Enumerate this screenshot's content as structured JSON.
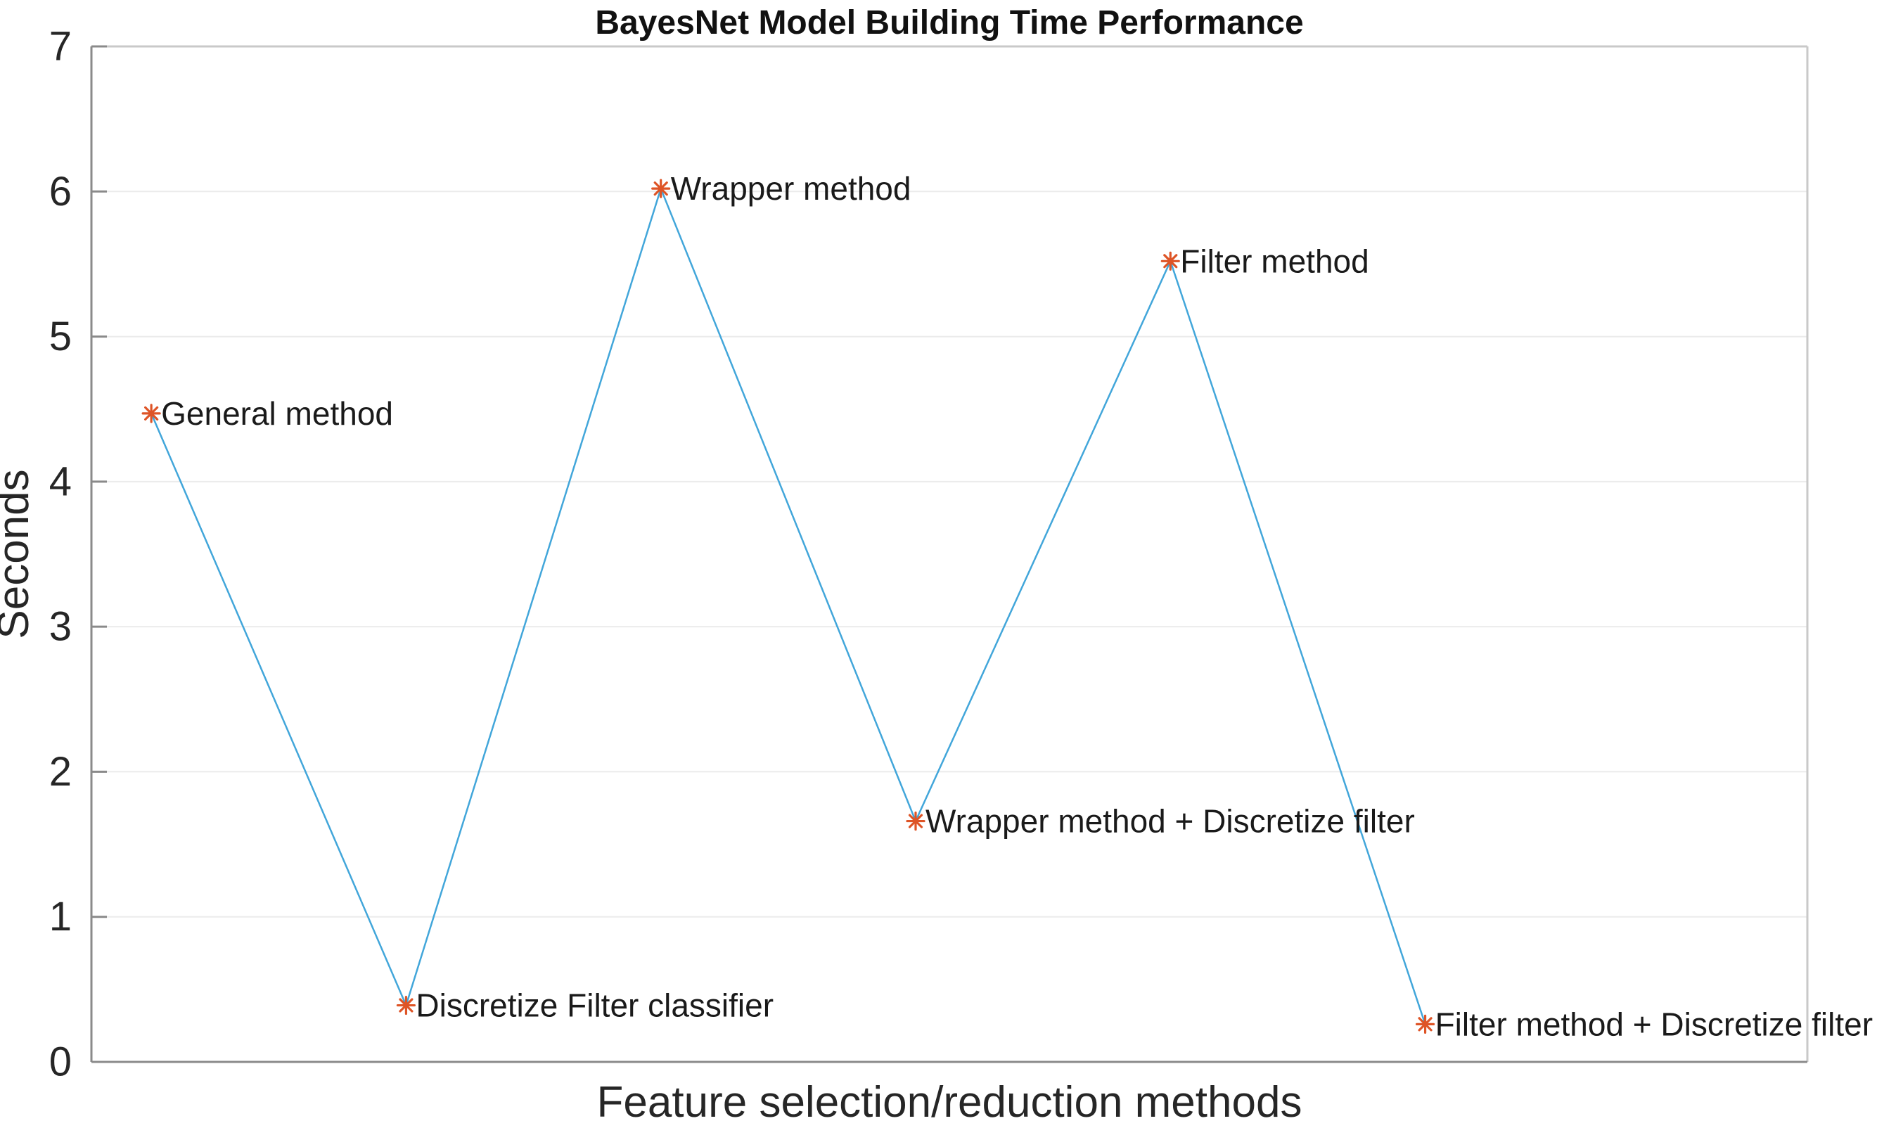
{
  "chart_data": {
    "type": "line",
    "title": "BayesNet Model Building Time Performance",
    "xlabel": "Feature selection/reduction methods",
    "ylabel": "Seconds",
    "x": [
      1,
      2,
      3,
      4,
      5,
      6
    ],
    "values": [
      4.47,
      0.39,
      6.02,
      1.66,
      5.52,
      0.26
    ],
    "point_labels": [
      "General method",
      "Discretize Filter classifier",
      "Wrapper method",
      "Wrapper method + Discretize filter",
      "Filter method",
      "Filter method + Discretize filter"
    ],
    "xlim": [
      0.765,
      7.5
    ],
    "ylim": [
      0,
      7
    ],
    "yticks": [
      0,
      1,
      2,
      3,
      4,
      5,
      6,
      7
    ],
    "xticks": [],
    "grid": "horizontal-only",
    "legend": "none",
    "marker": "asterisk"
  },
  "colors": {
    "background": "#ffffff",
    "line": "#42a6da",
    "marker": "#de5426",
    "gridline": "#ebebeb",
    "axis_dark": "#8a8a8a",
    "axis_light": "#c9c9c9",
    "tick_text": "#262626",
    "title_text": "#111111"
  }
}
